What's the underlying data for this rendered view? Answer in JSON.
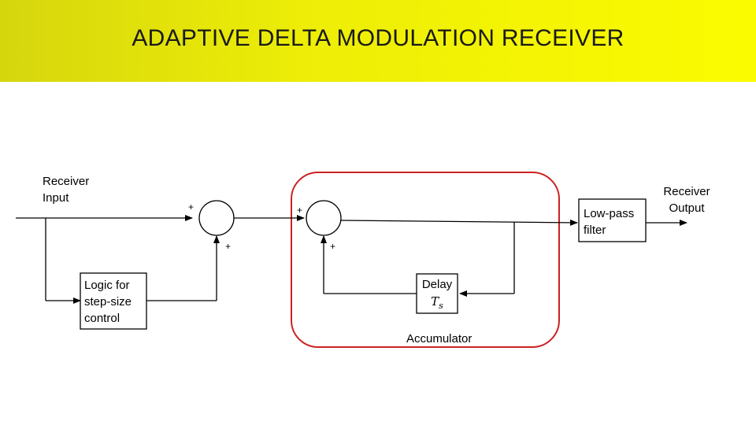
{
  "title": "ADAPTIVE DELTA MODULATION RECEIVER",
  "labels": {
    "receiver_input": "Receiver Input",
    "receiver_output": "Receiver Output",
    "low_pass_filter": "Low-pass filter",
    "logic_step_size": "Logic for step-size control",
    "delay": "Delay",
    "delay_ts": "Ts",
    "accumulator": "Accumulator"
  },
  "signs": {
    "sum1_left": "+",
    "sum1_bottom": "+",
    "sum2_left": "+",
    "sum2_bottom": "+"
  },
  "colors": {
    "title_bar": "#f0f000",
    "accumulator_border": "#cc2222",
    "line": "#000000"
  }
}
